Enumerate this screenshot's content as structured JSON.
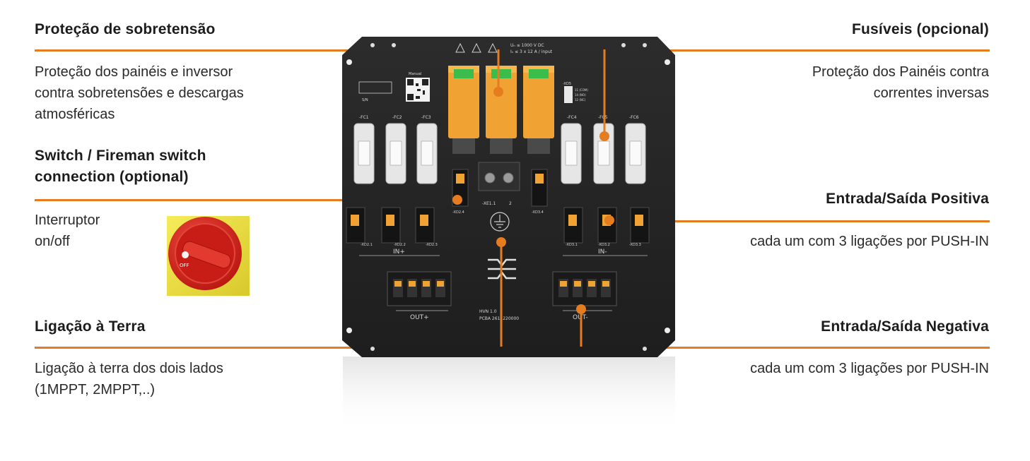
{
  "callouts": {
    "surge": {
      "title": "Proteção de sobretensão",
      "desc": [
        "Proteção dos painéis e inversor",
        "contra sobretensões e descargas",
        "atmosféricas"
      ]
    },
    "switch": {
      "title": [
        "Switch / Fireman switch",
        "connection (optional)"
      ],
      "desc": [
        "Interruptor",
        "on/off"
      ]
    },
    "earth": {
      "title": "Ligação à Terra",
      "desc": [
        "Ligação à terra dos dois lados",
        "(1MPPT, 2MPPT,..)"
      ]
    },
    "fuses": {
      "title": "Fusíveis (opcional)",
      "desc": [
        "Proteção dos Painéis contra",
        "correntes inversas"
      ]
    },
    "pos": {
      "title": "Entrada/Saída Positiva",
      "desc": "cada um com 3 ligações por PUSH-IN"
    },
    "neg": {
      "title": "Entrada/Saída Negativa",
      "desc": "cada um com 3 ligações por PUSH-IN"
    }
  },
  "board": {
    "rating": [
      "Uₙ ≤ 1000 V DC",
      "Iₙ ≤ 3 x 12 A / input"
    ],
    "manual_label": "Manual",
    "sn_label": "S/N",
    "fuse_labels": [
      "-FC1",
      "-FC2",
      "-FC3",
      "-FC4",
      "-FC5",
      "-FC6"
    ],
    "in_pos_label": "IN+",
    "in_neg_label": "IN-",
    "out_pos_label": "OUT+",
    "out_neg_label": "OUT-",
    "in_pos_terminals": [
      "-XD2.1",
      "-XD2.2",
      "-XD2.3"
    ],
    "in_neg_terminals": [
      "-XD3.1",
      "-XD3.2",
      "-XD3.3"
    ],
    "xe_label": "-XE1.1",
    "xe_label2": "2",
    "xd_left": "-XD2.4",
    "xd_right": "-XD3.4",
    "version": [
      "HVN 1.0",
      "PCBA 2612220000"
    ],
    "xd5_label": "-XD5",
    "xd5_pins": [
      "11 (COM)",
      "14 (NO)",
      "12 (NC)"
    ]
  },
  "colors": {
    "accent": "#e57c1f",
    "board": "#262626",
    "spd": "#f0a233",
    "switch_red": "#d8251f",
    "switch_yellow": "#f1e53b"
  }
}
